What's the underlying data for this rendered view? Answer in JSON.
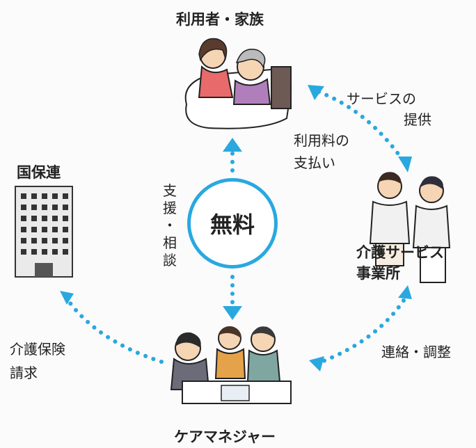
{
  "nodes": {
    "user_family": "利用者・家族",
    "kokuhoren": "国保連",
    "care_service_line1": "介護サービス",
    "care_service_line2": "事業所",
    "care_manager": "ケアマネジャー"
  },
  "center": "無料",
  "edges": {
    "support_consult": [
      "支",
      "援",
      "・",
      "相",
      "談"
    ],
    "service_provision_1": "サービスの",
    "service_provision_2": "提供",
    "fee_payment_1": "利用料の",
    "fee_payment_2": "支払い",
    "contact_adjust": "連絡・調整",
    "insurance_claim_1": "介護保険",
    "insurance_claim_2": "請求"
  },
  "colors": {
    "accent": "#29a8e0"
  }
}
